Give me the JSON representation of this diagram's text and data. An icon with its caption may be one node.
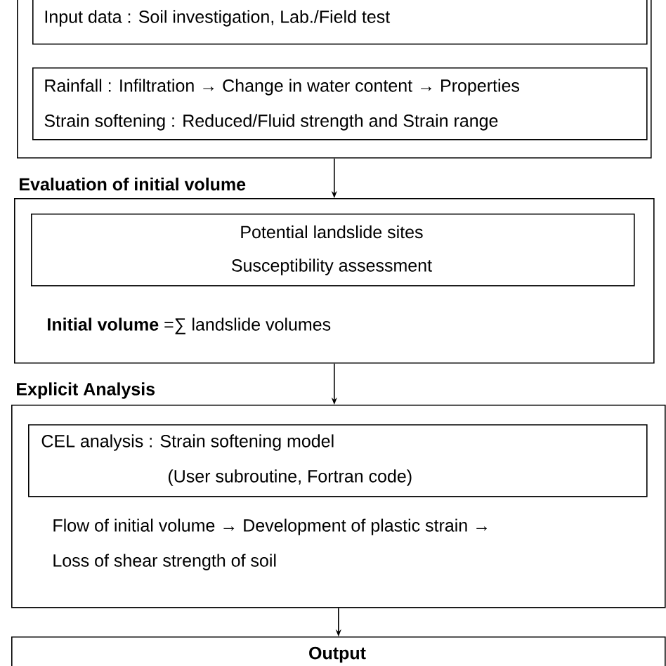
{
  "diagram": {
    "nodes": [
      {
        "text": [],
        "shape": "box"
      },
      {
        "text": [
          "Input data : Soil investigation, Lab./Field test"
        ],
        "in": 0
      },
      {
        "text": [
          "Rainfall : Infiltration → Change in water content → Properties",
          "Strain softening : Reduced/Fluid strength and Strain range"
        ],
        "in": 0
      },
      {
        "text": [
          "Evaluation of initial volume",
          "**Initial volume** =∑ landslide volumes"
        ]
      },
      {
        "text": [
          "Potential landslide sites",
          "Susceptibility assessment"
        ],
        "in": 3
      },
      {
        "text": [
          "Explicit Analysis",
          "Flow of initial volume → Development of plastic strain → Loss of shear strength of soil"
        ]
      },
      {
        "text": [
          "CEL analysis : Strain softening model",
          "(User subroutine, Fortran code)"
        ],
        "in": 5
      },
      {
        "text": [
          "Output"
        ]
      }
    ],
    "edges": [
      {
        "from": 0,
        "to": 3,
        "arrow": "to"
      },
      {
        "from": 3,
        "to": 5,
        "arrow": "to"
      },
      {
        "from": 5,
        "to": 7,
        "arrow": "to"
      }
    ]
  }
}
